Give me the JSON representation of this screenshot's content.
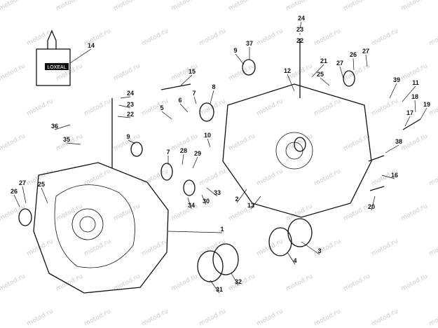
{
  "watermark": "motod.ru",
  "bottle_label": "LOXEAL",
  "callouts": [
    "24",
    "23",
    "22",
    "14",
    "37",
    "9",
    "21",
    "12",
    "25",
    "27",
    "26",
    "27",
    "15",
    "24",
    "23",
    "22",
    "7",
    "8",
    "6",
    "5",
    "39",
    "11",
    "18",
    "19",
    "17",
    "36",
    "35",
    "9",
    "10",
    "7",
    "28",
    "29",
    "33",
    "38",
    "16",
    "27",
    "26",
    "25",
    "30",
    "34",
    "13",
    "2",
    "1",
    "20",
    "3",
    "4",
    "31",
    "32"
  ]
}
